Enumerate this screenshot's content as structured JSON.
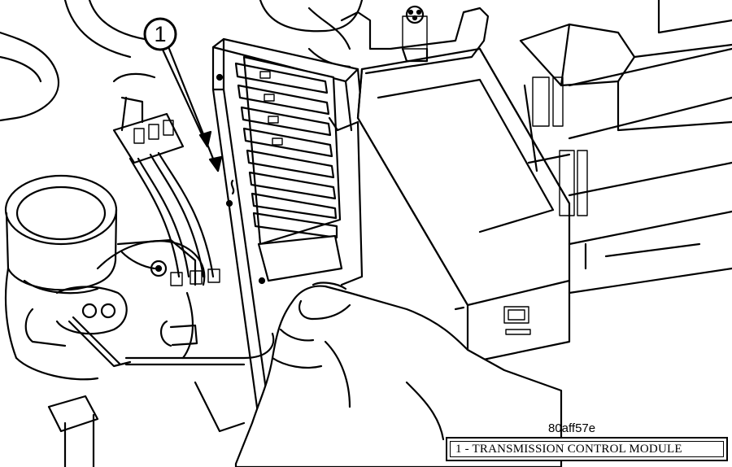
{
  "callout": {
    "number": "1"
  },
  "figure_code": "80aff57e",
  "legend": {
    "items": [
      {
        "text": "1 - TRANSMISSION CONTROL MODULE"
      }
    ]
  }
}
